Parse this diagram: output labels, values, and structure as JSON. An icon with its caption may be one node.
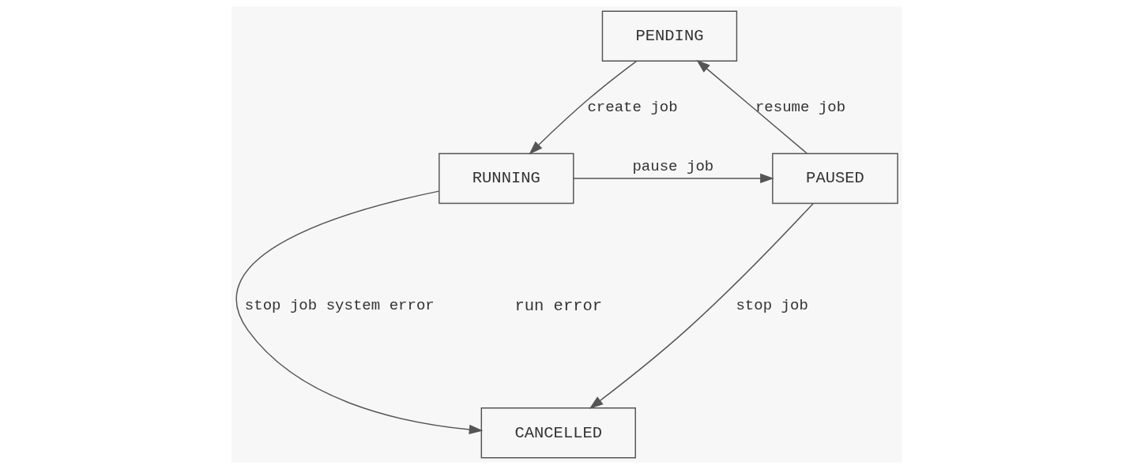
{
  "diagram": {
    "nodes": [
      {
        "text": [
          "PENDING"
        ]
      },
      {
        "text": [
          "RUNNING"
        ]
      },
      {
        "text": [
          "PAUSED"
        ]
      },
      {
        "text": [
          "CANCELLED"
        ]
      }
    ],
    "edges": [
      {
        "from": 0,
        "to": 1,
        "arrow": "to",
        "label": "create job"
      },
      {
        "from": 2,
        "to": 0,
        "arrow": "to",
        "label": "resume job"
      },
      {
        "from": 1,
        "to": 2,
        "arrow": "to",
        "label": "pause job"
      },
      {
        "from": 1,
        "to": 3,
        "arrow": "to",
        "label": "stop job system error"
      },
      {
        "from": 2,
        "to": 3,
        "arrow": "to",
        "label": "stop job"
      }
    ],
    "labels": [
      "run error"
    ]
  }
}
